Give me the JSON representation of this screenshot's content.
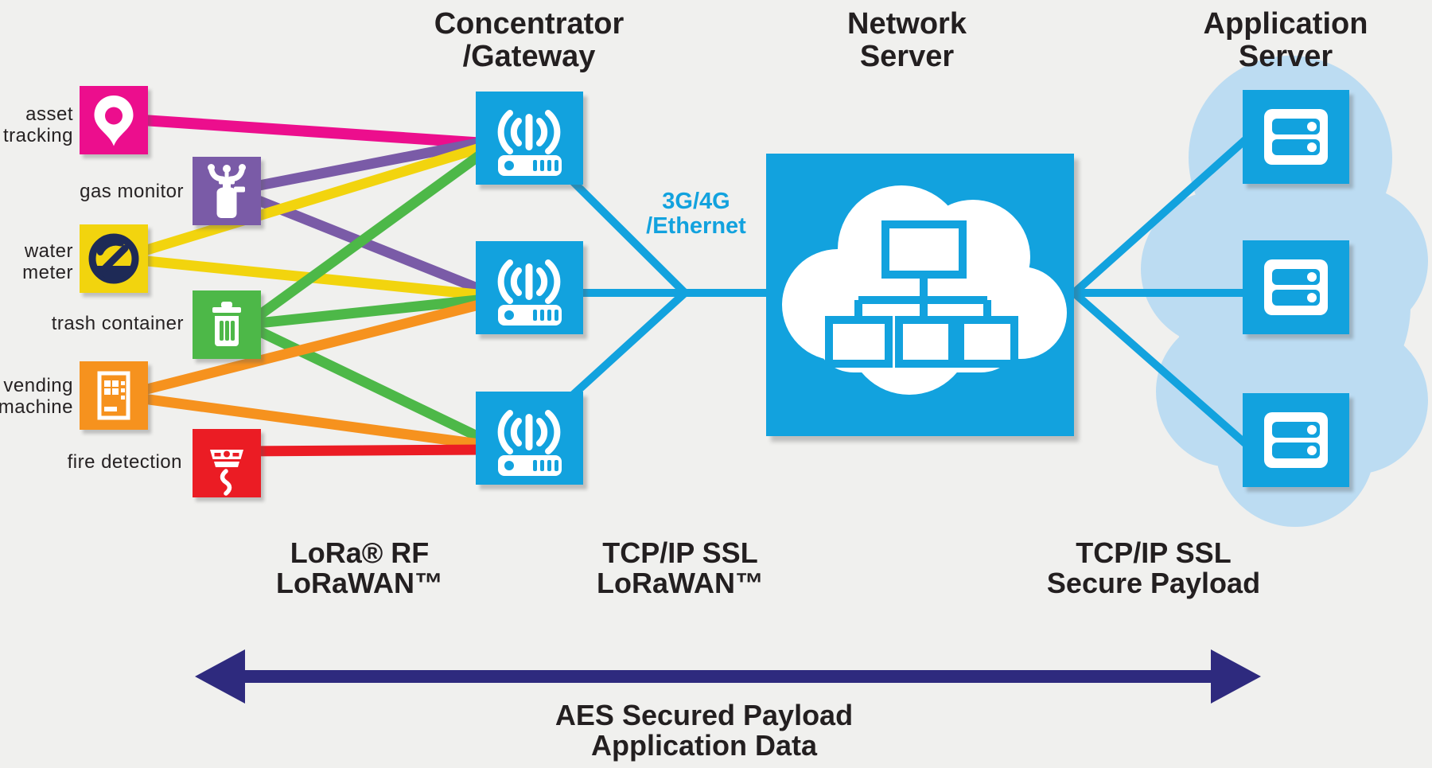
{
  "headers": {
    "gateway": {
      "line1": "Concentrator",
      "line2": "/Gateway"
    },
    "network": {
      "line1": "Network",
      "line2": "Server"
    },
    "application": {
      "line1": "Application",
      "line2": "Server"
    }
  },
  "devices": [
    {
      "name": "asset tracking",
      "label_lines": [
        "asset",
        "tracking"
      ],
      "icon": "location-pin-icon",
      "color": "#ec0e8d"
    },
    {
      "name": "gas monitor",
      "label_lines": [
        "gas monitor"
      ],
      "icon": "gas-tank-icon",
      "color": "#7a5ba7"
    },
    {
      "name": "water meter",
      "label_lines": [
        "water",
        "meter"
      ],
      "icon": "gauge-icon",
      "color": "#f2d40e"
    },
    {
      "name": "trash container",
      "label_lines": [
        "trash container"
      ],
      "icon": "trash-can-icon",
      "color": "#4db848"
    },
    {
      "name": "vending machine",
      "label_lines": [
        "vending",
        "machine"
      ],
      "icon": "vending-machine-icon",
      "color": "#f6921e"
    },
    {
      "name": "fire detection",
      "label_lines": [
        "fire detection"
      ],
      "icon": "smoke-detector-icon",
      "color": "#eb1c24"
    }
  ],
  "link_label": {
    "line1": "3G/4G",
    "line2": "/Ethernet"
  },
  "protocol_labels": [
    {
      "line1": "LoRa® RF",
      "line2": "LoRaWAN™"
    },
    {
      "line1": "TCP/IP SSL",
      "line2": "LoRaWAN™"
    },
    {
      "line1": "TCP/IP SSL",
      "line2": "Secure Payload"
    }
  ],
  "arrow_caption": {
    "line1": "AES Secured Payload",
    "line2": "Application Data"
  },
  "connections": {
    "device_to_gateway": [
      {
        "from": "asset tracking",
        "to": [
          "gateway-1"
        ]
      },
      {
        "from": "gas monitor",
        "to": [
          "gateway-1",
          "gateway-2"
        ]
      },
      {
        "from": "water meter",
        "to": [
          "gateway-1",
          "gateway-2"
        ]
      },
      {
        "from": "trash container",
        "to": [
          "gateway-1",
          "gateway-2",
          "gateway-3"
        ]
      },
      {
        "from": "vending machine",
        "to": [
          "gateway-2",
          "gateway-3"
        ]
      },
      {
        "from": "fire detection",
        "to": [
          "gateway-3"
        ]
      }
    ],
    "gateway_count": 3,
    "gateways_to_network_server": [
      "gateway-1",
      "gateway-2",
      "gateway-3"
    ],
    "network_server_to_app_servers": [
      "app-server-1",
      "app-server-2",
      "app-server-3"
    ],
    "app_server_count": 3
  },
  "colors": {
    "pink": "#ec0e8d",
    "purple": "#7a5ba7",
    "yellow": "#f2d40e",
    "green": "#4db848",
    "orange": "#f6921e",
    "red": "#eb1c24",
    "blue": "#12a2de",
    "light_blue": "#bcdcf2",
    "navy": "#2e2a7e",
    "gauge_navy": "#1e2a56",
    "text_dark": "#231f20",
    "background": "#f0f0ee"
  }
}
